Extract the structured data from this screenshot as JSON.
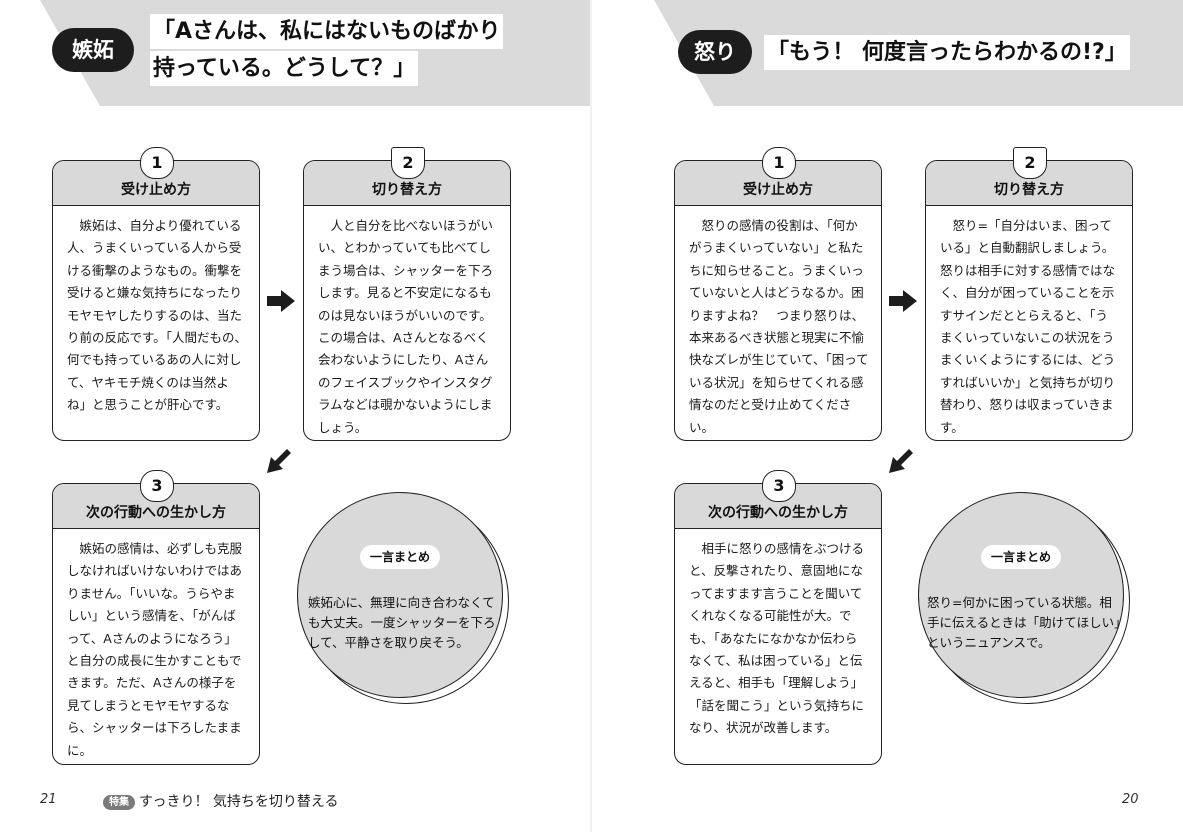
{
  "left_page": {
    "emotion": "嫉妬",
    "heading_lines": [
      "「Aさんは、私にはないものばかり",
      "持っている。どうして？」"
    ],
    "cards": [
      {
        "number": "1",
        "title": "受け止め方",
        "body": "嫉妬は、自分より優れている人、うまくいっている人から受ける衝撃のようなもの。衝撃を受けると嫌な気持ちになったりモヤモヤしたりするのは、当たり前の反応です。「人間だもの、何でも持っているあの人に対して、ヤキモチ焼くのは当然よね」と思うことが肝心です。"
      },
      {
        "number": "2",
        "title": "切り替え方",
        "body": "人と自分を比べないほうがいい、とわかっていても比べてしまう場合は、シャッターを下ろします。見ると不安定になるものは見ないほうがいいのです。この場合は、Aさんとなるべく会わないようにしたり、Aさんのフェイスブックやインスタグラムなどは覗かないようにしましょう。"
      },
      {
        "number": "3",
        "title": "次の行動への生かし方",
        "body": "嫉妬の感情は、必ずしも克服しなければいけないわけではありません。「いいな。うらやましい」という感情を、「がんばって、Aさんのようになろう」と自分の成長に生かすこともできます。ただ、Aさんの様子を見てしまうとモヤモヤするなら、シャッターは下ろしたままに。"
      }
    ],
    "summary_label": "一言まとめ",
    "summary_text": "嫉妬心に、無理に向き合わなくても大丈夫。一度シャッターを下ろして、平静さを取り戻そう。",
    "folio": "21",
    "running_badge": "特集",
    "running_title": "すっきり！ 気持ちを切り替える"
  },
  "right_page": {
    "emotion": "怒り",
    "heading_lines": [
      "「もう！ 何度言ったらわかるの!?」"
    ],
    "cards": [
      {
        "number": "1",
        "title": "受け止め方",
        "body": "怒りの感情の役割は、「何かがうまくいっていない」と私たちに知らせること。うまくいっていないと人はどうなるか。困りますよね？　つまり怒りは、本来あるべき状態と現実に不愉快なズレが生じていて、「困っている状況」を知らせてくれる感情なのだと受け止めてください。"
      },
      {
        "number": "2",
        "title": "切り替え方",
        "body": "怒り=「自分はいま、困っている」と自動翻訳しましょう。怒りは相手に対する感情ではなく、自分が困っていることを示すサインだととらえると、「うまくいっていないこの状況をうまくいくようにするには、どうすればいいか」と気持ちが切り替わり、怒りは収まっていきます。"
      },
      {
        "number": "3",
        "title": "次の行動への生かし方",
        "body": "相手に怒りの感情をぶつけると、反撃されたり、意固地になってますます言うことを聞いてくれなくなる可能性が大。でも、「あなたになかなか伝わらなくて、私は困っている」と伝えると、相手も「理解しよう」「話を聞こう」という気持ちになり、状況が改善します。"
      }
    ],
    "summary_label": "一言まとめ",
    "summary_text": "怒り=何かに困っている状態。相手に伝えるときは「助けてほしい」というニュアンスで。",
    "folio": "20"
  },
  "colors": {
    "banner": "#dadada",
    "card_header": "#d9d9d9",
    "ink": "#1d1d1d"
  },
  "icons": {
    "flow_right": "arrow-right-icon",
    "flow_down_left": "arrow-down-left-icon"
  }
}
